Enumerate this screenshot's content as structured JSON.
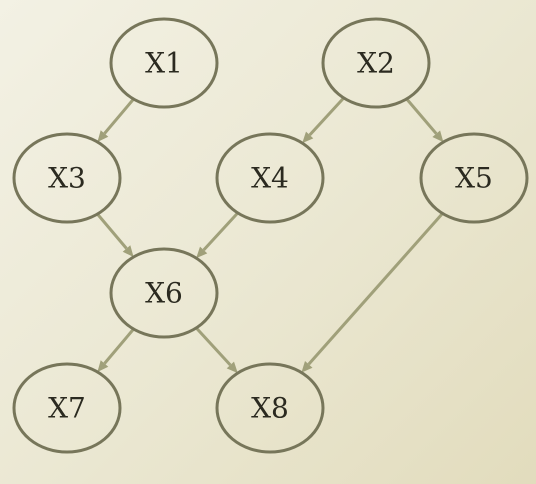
{
  "diagram": {
    "nodes": [
      {
        "id": "x1",
        "label": "X1"
      },
      {
        "id": "x2",
        "label": "X2"
      },
      {
        "id": "x3",
        "label": "X3"
      },
      {
        "id": "x4",
        "label": "X4"
      },
      {
        "id": "x5",
        "label": "X5"
      },
      {
        "id": "x6",
        "label": "X6"
      },
      {
        "id": "x7",
        "label": "X7"
      },
      {
        "id": "x8",
        "label": "X8"
      }
    ],
    "edges": [
      {
        "from": "x1",
        "to": "x3"
      },
      {
        "from": "x2",
        "to": "x4"
      },
      {
        "from": "x2",
        "to": "x5"
      },
      {
        "from": "x3",
        "to": "x6"
      },
      {
        "from": "x4",
        "to": "x6"
      },
      {
        "from": "x5",
        "to": "x8"
      },
      {
        "from": "x6",
        "to": "x7"
      },
      {
        "from": "x6",
        "to": "x8"
      }
    ],
    "colors": {
      "node_stroke": "#77765a",
      "edge": "#a0a07a",
      "text": "#2b2a20"
    }
  }
}
